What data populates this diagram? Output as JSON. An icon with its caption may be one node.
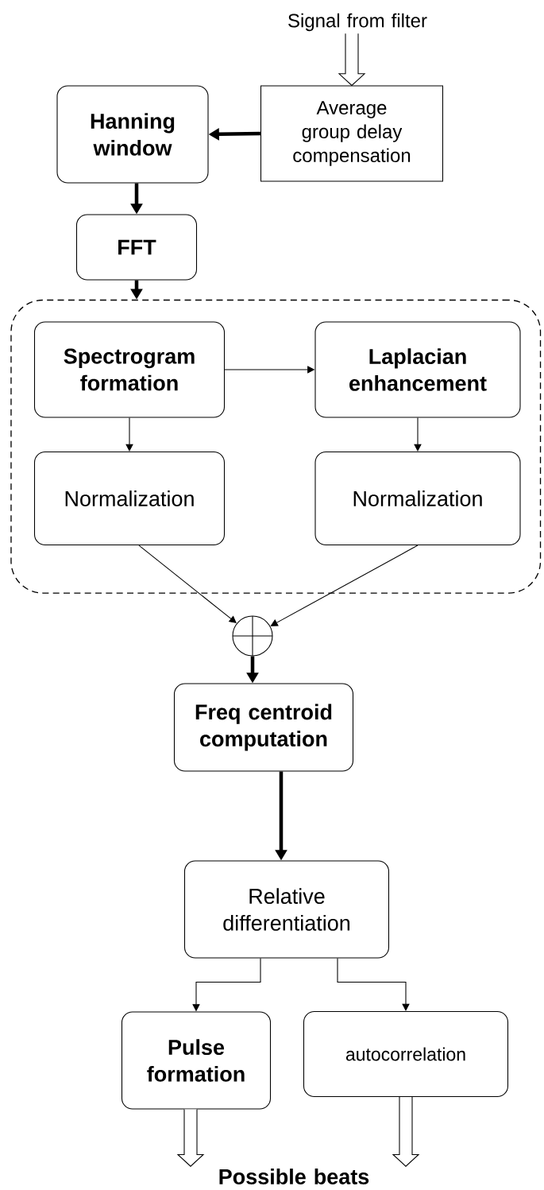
{
  "diagram": {
    "nodes": [
      {
        "text": [
          "Signal from filter"
        ]
      },
      {
        "text": [
          "Average group delay compensation"
        ]
      },
      {
        "text": [
          "Hanning window"
        ]
      },
      {
        "text": [
          "FFT"
        ]
      },
      {
        "text": [],
        "shape": "box"
      },
      {
        "text": [
          "Spectrogram formation"
        ],
        "in": 4
      },
      {
        "text": [
          "Laplacian enhancement"
        ],
        "in": 4
      },
      {
        "text": [
          "Normalization"
        ],
        "in": 4
      },
      {
        "text": [
          "Normalization"
        ],
        "in": 4
      },
      {
        "text": [],
        "shape": "circle"
      },
      {
        "text": [
          "Freq centroid computation"
        ]
      },
      {
        "text": [
          "Relative differentiation"
        ]
      },
      {
        "text": [
          "Pulse formation"
        ]
      },
      {
        "text": [
          "autocorrelation"
        ]
      },
      {
        "text": [
          "Possible beats"
        ]
      }
    ],
    "edges": [
      {
        "from": 0,
        "to": 1,
        "arrow": "to"
      },
      {
        "from": 1,
        "to": 2,
        "arrow": "to",
        "style": "thick"
      },
      {
        "from": 2,
        "to": 3,
        "arrow": "to",
        "style": "thick"
      },
      {
        "from": 3,
        "to": 4,
        "arrow": "to",
        "style": "thick"
      },
      {
        "from": 5,
        "to": 6,
        "arrow": "to"
      },
      {
        "from": 5,
        "to": 7,
        "arrow": "to"
      },
      {
        "from": 6,
        "to": 8,
        "arrow": "to"
      },
      {
        "from": 7,
        "to": 9,
        "arrow": "to"
      },
      {
        "from": 8,
        "to": 9,
        "arrow": "to"
      },
      {
        "from": 9,
        "to": 10,
        "arrow": "to",
        "style": "thick"
      },
      {
        "from": 10,
        "to": 11,
        "arrow": "to",
        "style": "thick"
      },
      {
        "from": 11,
        "to": 12,
        "arrow": "to"
      },
      {
        "from": 11,
        "to": 13,
        "arrow": "to"
      },
      {
        "from": 12,
        "to": 14,
        "arrow": "to"
      },
      {
        "from": 13,
        "to": 14,
        "arrow": "to"
      }
    ]
  }
}
